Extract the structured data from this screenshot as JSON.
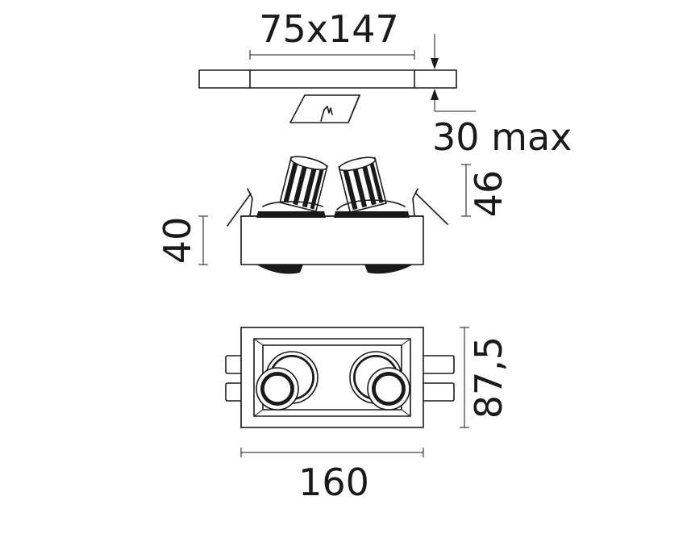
{
  "dimensions": {
    "cutout": "75x147",
    "ceiling_thickness": "30 max",
    "lamp_height": "46",
    "body_height": "40",
    "width": "87,5",
    "length": "160"
  },
  "colors": {
    "line": "#1a1a1a",
    "background": "#ffffff"
  }
}
